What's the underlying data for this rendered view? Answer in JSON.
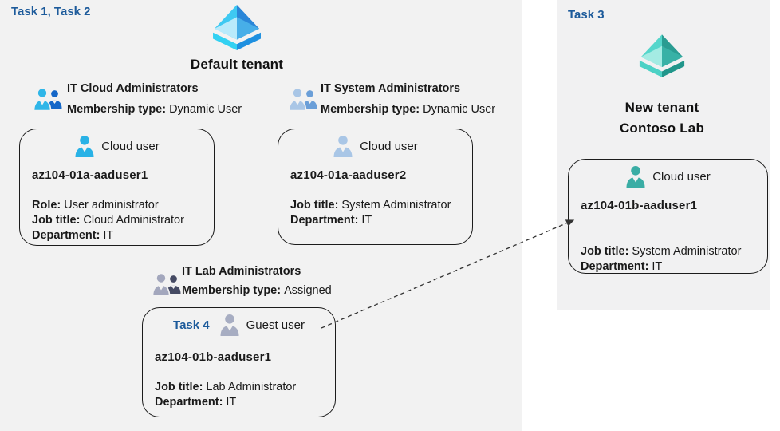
{
  "left": {
    "task_label": "Task 1, Task 2",
    "tenant_name": "Default tenant",
    "group1": {
      "title": "IT Cloud Administrators",
      "membership_label": "Membership type:",
      "membership_value": "Dynamic User"
    },
    "group2": {
      "title": "IT System Administrators",
      "membership_label": "Membership type:",
      "membership_value": "Dynamic User"
    },
    "group3": {
      "title": "IT Lab Administrators",
      "membership_label": "Membership type:",
      "membership_value": "Assigned"
    },
    "card1": {
      "user_type": "Cloud user",
      "name": "az104-01a-aaduser1",
      "fields": [
        {
          "label": "Role:",
          "value": "User administrator"
        },
        {
          "label": "Job title:",
          "value": "Cloud Administrator"
        },
        {
          "label": "Department:",
          "value": "IT"
        }
      ]
    },
    "card2": {
      "user_type": "Cloud user",
      "name": "az104-01a-aaduser2",
      "fields": [
        {
          "label": "Job title:",
          "value": "System Administrator"
        },
        {
          "label": "Department:",
          "value": "IT"
        }
      ]
    },
    "card3": {
      "task_label": "Task 4",
      "user_type": "Guest user",
      "name": "az104-01b-aaduser1",
      "fields": [
        {
          "label": "Job title:",
          "value": "Lab Administrator"
        },
        {
          "label": "Department:",
          "value": "IT"
        }
      ]
    }
  },
  "right": {
    "task_label": "Task 3",
    "tenant_name_line1": "New tenant",
    "tenant_name_line2": "Contoso Lab",
    "card": {
      "user_type": "Cloud user",
      "name": "az104-01b-aaduser1",
      "fields": [
        {
          "label": "Job title:",
          "value": "System Administrator"
        },
        {
          "label": "Department:",
          "value": "IT"
        }
      ]
    }
  },
  "icons": {
    "tenant_blue": {
      "top_left": "#3ec9f2",
      "top_right": "#2a86d8",
      "inner_left": "#b9eafb",
      "inner_right": "#47aee8",
      "base_left": "#33d1f2",
      "base_right": "#1e90e0"
    },
    "tenant_teal": {
      "top_left": "#55d6cb",
      "top_right": "#2a9c92",
      "inner_left": "#a4ebe3",
      "inner_right": "#38b1a6",
      "base_left": "#4cd1c5",
      "base_right": "#21968b"
    },
    "person_cloud_blue": "#29b2e6",
    "person_cloud_light": "#a9c6e6",
    "person_guest_gray": "#a7adc2",
    "person_cloud_teal": "#3aada5",
    "group_cloud_front": "#2fb6e8",
    "group_cloud_back": "#1567c8",
    "group_system_front": "#a9c6e6",
    "group_system_back": "#6b9fd8",
    "group_lab_front": "#a3a7bd",
    "group_lab_back": "#454a63",
    "collar": "#f2f2f2",
    "arrow_color": "#333333",
    "task_label_color": "#1d5b9b"
  }
}
